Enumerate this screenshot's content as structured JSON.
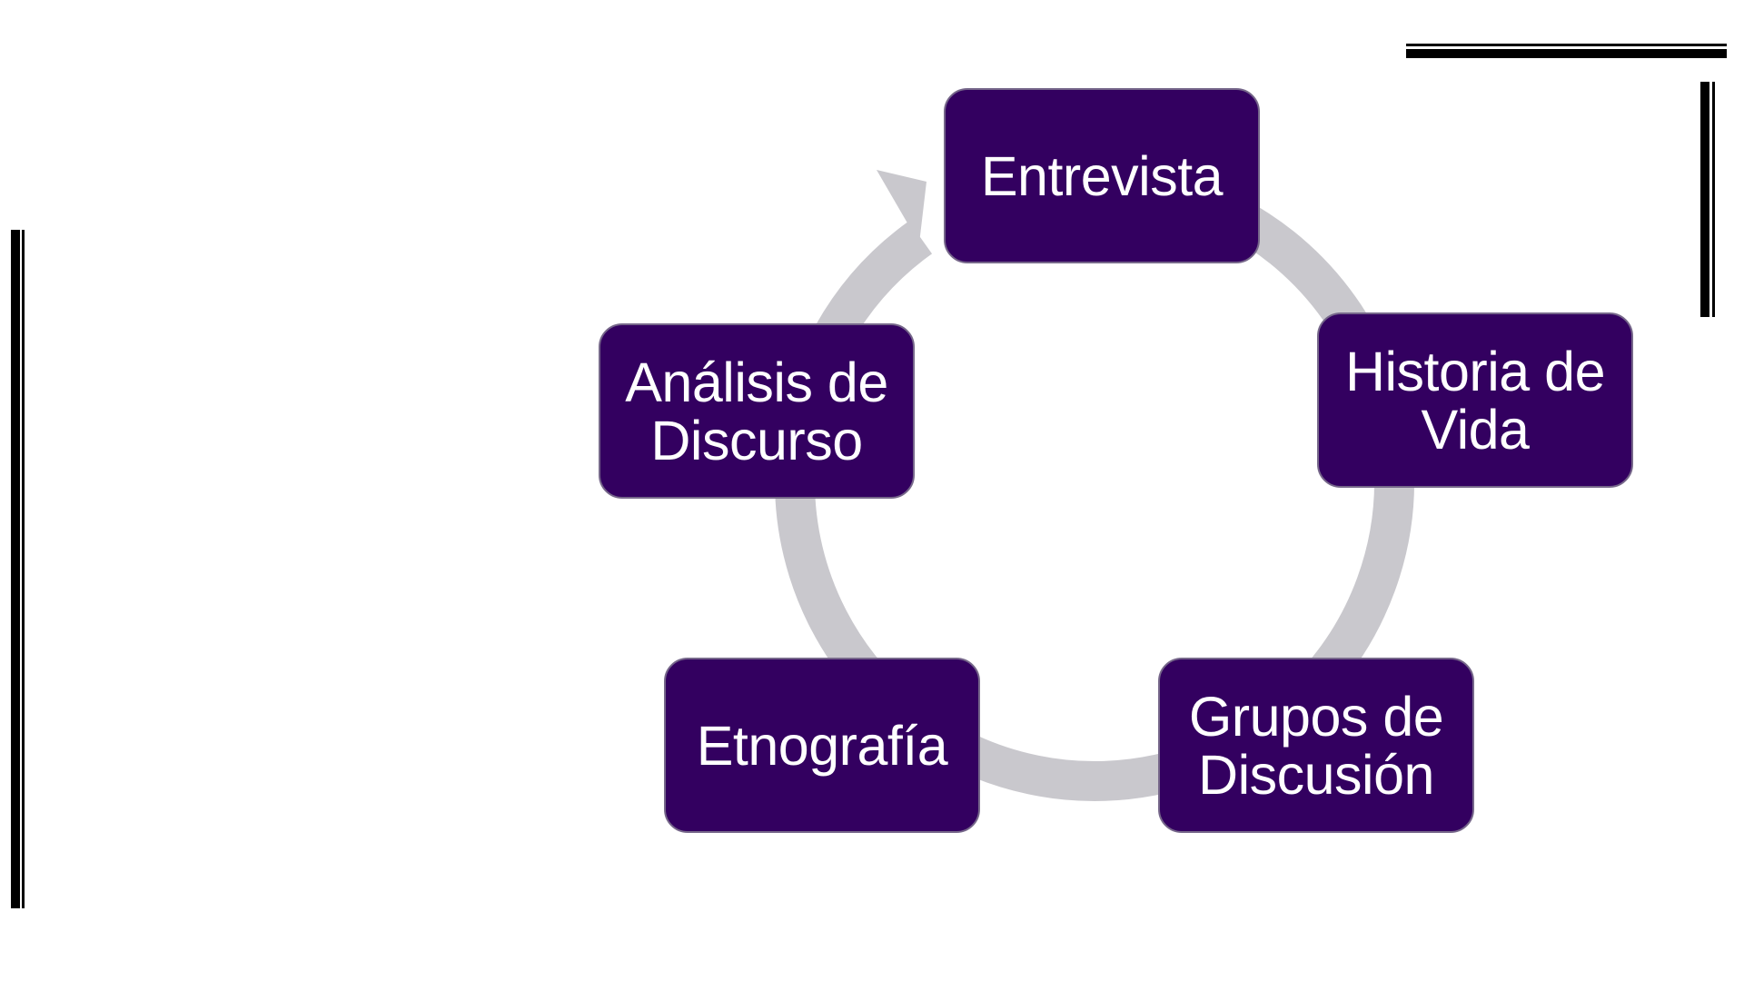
{
  "diagram": {
    "type": "cycle",
    "direction": "clockwise",
    "colors": {
      "node_fill": "#330060",
      "node_border": "#76678a",
      "node_text": "#ffffff",
      "ring": "#c9c8cd",
      "decoration": "#000000"
    },
    "nodes": [
      {
        "id": "entrevista",
        "label": "Entrevista"
      },
      {
        "id": "historia",
        "label": "Historia de\nVida"
      },
      {
        "id": "grupos",
        "label": "Grupos de\nDiscusión"
      },
      {
        "id": "etnografia",
        "label": "Etnografía"
      },
      {
        "id": "analisis",
        "label": "Análisis de\nDiscurso"
      }
    ],
    "edges": [
      {
        "from": "entrevista",
        "to": "historia"
      },
      {
        "from": "historia",
        "to": "grupos"
      },
      {
        "from": "grupos",
        "to": "etnografia"
      },
      {
        "from": "etnografia",
        "to": "analisis"
      },
      {
        "from": "analisis",
        "to": "entrevista",
        "arrowhead": true
      }
    ]
  }
}
